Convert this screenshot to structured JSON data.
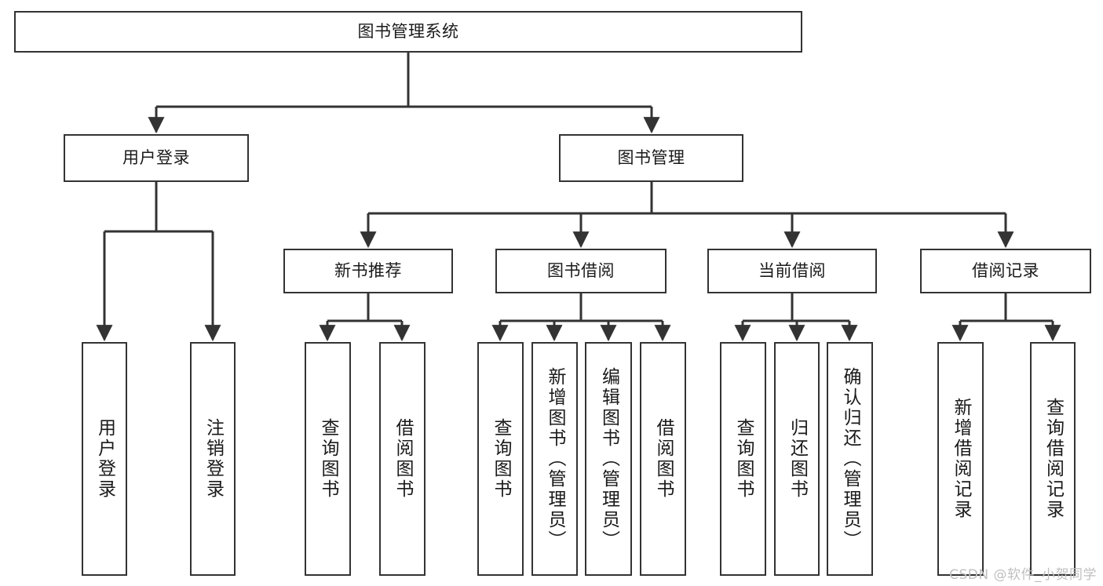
{
  "diagram": {
    "type": "tree-hierarchy",
    "title": "图书管理系统",
    "stroke_color": "#333333",
    "fill_color": "#ffffff",
    "text_color": "#1a1a1a",
    "nodes": {
      "root": {
        "label": "图书管理系统"
      },
      "level2": [
        {
          "id": "user-login",
          "label": "用户登录"
        },
        {
          "id": "book-management",
          "label": "图书管理"
        }
      ],
      "level3": [
        {
          "id": "new-book-recommend",
          "label": "新书推荐"
        },
        {
          "id": "book-borrow",
          "label": "图书借阅"
        },
        {
          "id": "current-borrow",
          "label": "当前借阅"
        },
        {
          "id": "borrow-record",
          "label": "借阅记录"
        }
      ],
      "leaves": [
        {
          "id": "leaf-user-login",
          "label": "用户登录",
          "parent": "user-login"
        },
        {
          "id": "leaf-logout",
          "label": "注销登录",
          "parent": "user-login"
        },
        {
          "id": "leaf-query-book-1",
          "label": "查询图书",
          "parent": "new-book-recommend"
        },
        {
          "id": "leaf-borrow-book-1",
          "label": "借阅图书",
          "parent": "new-book-recommend"
        },
        {
          "id": "leaf-query-book-2",
          "label": "查询图书",
          "parent": "book-borrow"
        },
        {
          "id": "leaf-add-book",
          "label": "新增图书（管理员）",
          "parent": "book-borrow"
        },
        {
          "id": "leaf-edit-book",
          "label": "编辑图书（管理员）",
          "parent": "book-borrow"
        },
        {
          "id": "leaf-borrow-book-2",
          "label": "借阅图书",
          "parent": "book-borrow"
        },
        {
          "id": "leaf-query-book-3",
          "label": "查询图书",
          "parent": "current-borrow"
        },
        {
          "id": "leaf-return-book",
          "label": "归还图书",
          "parent": "current-borrow"
        },
        {
          "id": "leaf-confirm-return",
          "label": "确认归还（管理员）",
          "parent": "current-borrow"
        },
        {
          "id": "leaf-add-record",
          "label": "新增借阅记录",
          "parent": "borrow-record"
        },
        {
          "id": "leaf-query-record",
          "label": "查询借阅记录",
          "parent": "borrow-record"
        }
      ]
    }
  },
  "watermark": {
    "text": "CSDN @软件_小贺同学"
  }
}
